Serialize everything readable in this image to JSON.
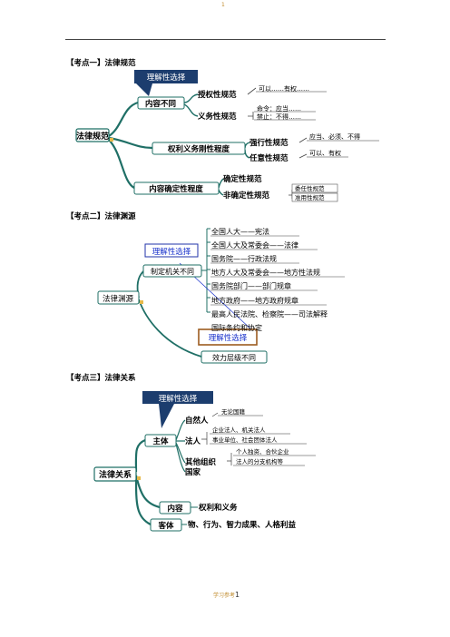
{
  "header": {
    "page_number": "1"
  },
  "s1": {
    "title": "【考点一】法律规范",
    "callout": "理解性选择",
    "root": "法律规范",
    "n_content": "内容不同",
    "n_auth": "授权性规范",
    "t_auth": "可以……有权……",
    "n_duty": "义务性规范",
    "t_duty1": "命令：应当……",
    "t_duty2": "禁止：不得……",
    "n_rigid": "权利义务刚性程度",
    "n_mandatory": "强行性规范",
    "t_mandatory": "应当、必须、不得",
    "n_optional": "任意性规范",
    "t_optional": "可以、有权",
    "n_certain": "内容确定性程度",
    "n_definite": "确定性规范",
    "n_indefinite": "非确定性规范",
    "t_indef1": "委任性规范",
    "t_indef2": "准用性规范"
  },
  "s2": {
    "title": "【考点二】法律渊源",
    "callout_top": "理解性选择",
    "callout_bottom": "理解性选择",
    "root": "法律渊源",
    "n_org": "制定机关不同",
    "n_effect": "效力层级不同",
    "items": [
      "全国人大——宪法",
      "全国人大及常委会——法律",
      "国务院——行政法规",
      "地方人大及常委会——地方性法规",
      "国务院部门——部门规章",
      "地方政府——地方政府规章",
      "最高人民法院、检察院——司法解释",
      "国际条约和协定"
    ]
  },
  "s3": {
    "title": "【考点三】法律关系",
    "callout": "理解性选择",
    "root": "法律关系",
    "n_subject": "主体",
    "n_natural": "自然人",
    "t_natural": "无论国籍",
    "n_legal": "法人",
    "t_legal1": "企业法人、机关法人",
    "t_legal2": "事业单位、社会团体法人",
    "n_other": "其他组织",
    "t_other1": "个人独资、合伙企业",
    "t_other2": "法人的分支机构等",
    "n_state": "国家",
    "n_content": "内容",
    "t_content": "权利和义务",
    "n_object": "客体",
    "t_object": "物、行为、智力成果、人格利益"
  },
  "footer": {
    "text": "学习参考",
    "page": "1"
  },
  "colors": {
    "branch": "#1f6f66",
    "callout_bg": "#1c3d6e",
    "callout_text": "#ffffff",
    "blue_text": "#1a33cc",
    "frame": "#9c5b1f",
    "accent_doc": "#c08a2a"
  }
}
